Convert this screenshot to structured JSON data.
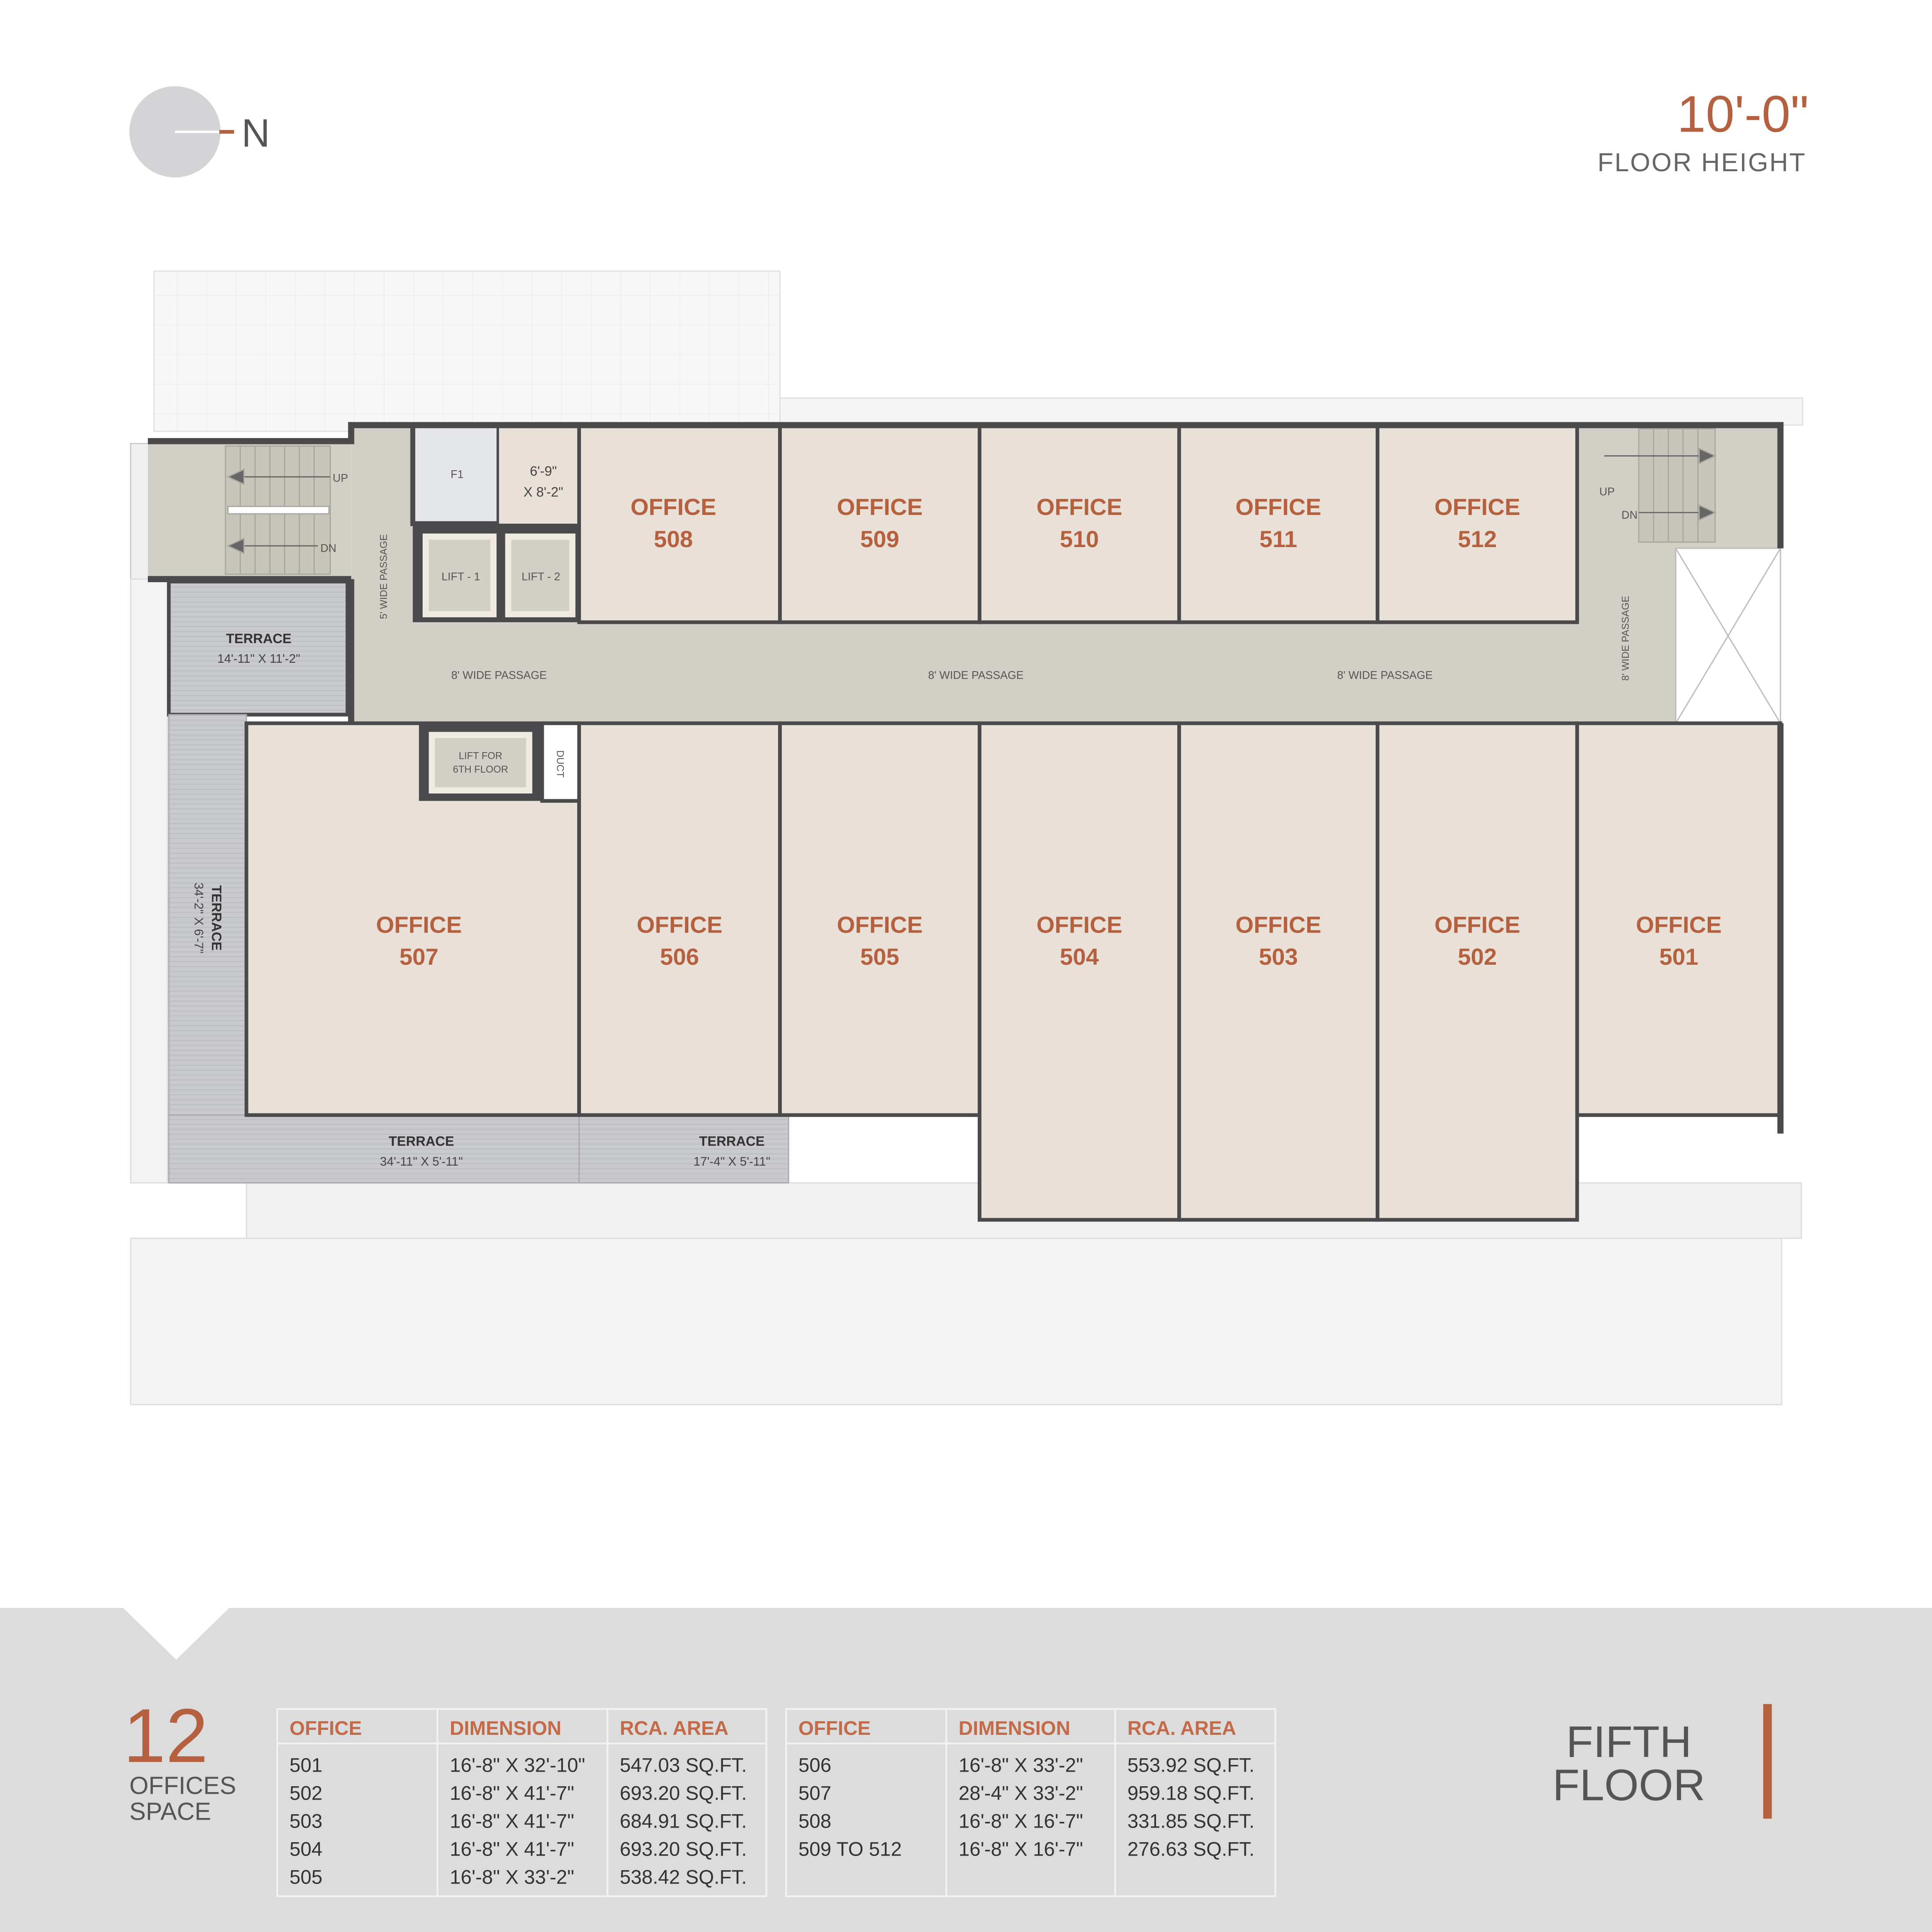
{
  "colors": {
    "accent": "#b5603f",
    "office_fill": "#e9e1d7",
    "passage_fill": "#d2cfc6",
    "terrace_fill": "#c9cacd",
    "wall": "#4a4a4c",
    "panel": "#dcdcdc"
  },
  "compass": {
    "label": "N",
    "icon": "north-arrow-icon"
  },
  "floor_height": {
    "value": "10'-0\"",
    "label": "FLOOR HEIGHT"
  },
  "plan": {
    "offices_top": [
      {
        "label": "OFFICE",
        "number": "508"
      },
      {
        "label": "OFFICE",
        "number": "509"
      },
      {
        "label": "OFFICE",
        "number": "510"
      },
      {
        "label": "OFFICE",
        "number": "511"
      },
      {
        "label": "OFFICE",
        "number": "512"
      }
    ],
    "offices_bottom": [
      {
        "label": "OFFICE",
        "number": "507"
      },
      {
        "label": "OFFICE",
        "number": "506"
      },
      {
        "label": "OFFICE",
        "number": "505"
      },
      {
        "label": "OFFICE",
        "number": "504"
      },
      {
        "label": "OFFICE",
        "number": "503"
      },
      {
        "label": "OFFICE",
        "number": "502"
      },
      {
        "label": "OFFICE",
        "number": "501"
      }
    ],
    "passage_label": "8' WIDE PASSAGE",
    "side_passage_left": "5' WIDE PASSAGE",
    "side_passage_right": "8' WIDE PASSAGE",
    "f1": "F1",
    "small_room": {
      "line1": "6'-9\"",
      "line2": "X 8'-2\""
    },
    "lift1": "LIFT - 1",
    "lift2": "LIFT - 2",
    "lift6": {
      "line1": "LIFT FOR",
      "line2": "6TH FLOOR"
    },
    "duct": "DUCT",
    "stair_up": "UP",
    "stair_dn": "DN",
    "terraces": [
      {
        "label": "TERRACE",
        "size": "14'-11\" X 11'-2\""
      },
      {
        "label": "TERRACE",
        "size": "34'-2\" X 6'-7\""
      },
      {
        "label": "TERRACE",
        "size": "34'-11\" X 5'-11\""
      },
      {
        "label": "TERRACE",
        "size": "17'-4\" X 5'-11\""
      }
    ]
  },
  "summary": {
    "count": "12",
    "line1": "OFFICES",
    "line2": "SPACE"
  },
  "table_headers": [
    "OFFICE",
    "DIMENSION",
    "RCA. AREA"
  ],
  "table_left": [
    [
      "501",
      "16'-8\" X 32'-10\"",
      "547.03 SQ.FT."
    ],
    [
      "502",
      "16'-8\" X 41'-7\"",
      "693.20 SQ.FT."
    ],
    [
      "503",
      "16'-8\" X 41'-7\"",
      "684.91 SQ.FT."
    ],
    [
      "504",
      "16'-8\" X 41'-7\"",
      "693.20 SQ.FT."
    ],
    [
      "505",
      "16'-8\" X 33'-2\"",
      "538.42 SQ.FT."
    ]
  ],
  "table_right": [
    [
      "506",
      "16'-8\" X 33'-2\"",
      "553.92 SQ.FT."
    ],
    [
      "507",
      "28'-4\" X 33'-2\"",
      "959.18 SQ.FT."
    ],
    [
      "508",
      "16'-8\" X 16'-7\"",
      "331.85 SQ.FT."
    ],
    [
      "509 TO 512",
      "16'-8\" X 16'-7\"",
      "276.63 SQ.FT."
    ]
  ],
  "floor_name": {
    "line1": "FIFTH",
    "line2": "FLOOR"
  }
}
